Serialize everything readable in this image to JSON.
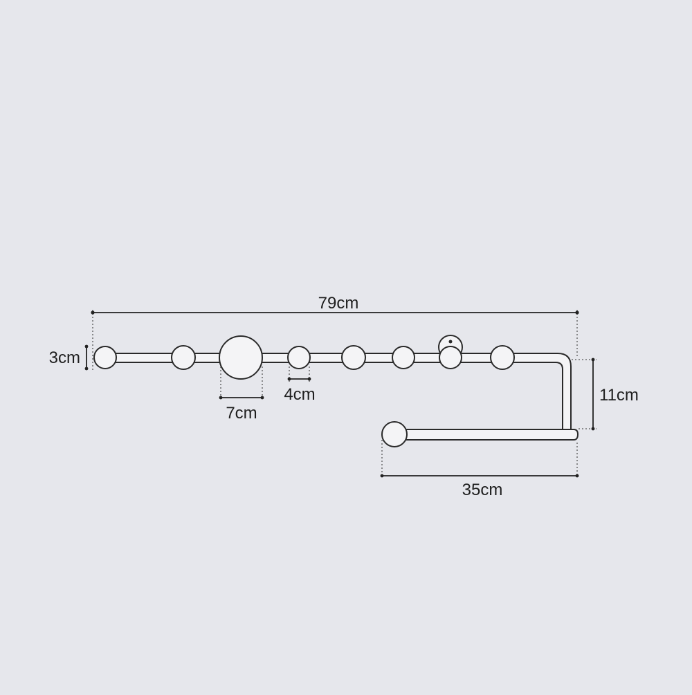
{
  "colors": {
    "background": "#e6e7ec",
    "outline": "#2a2a2a",
    "fill": "#f4f4f6",
    "dimension": "#222222",
    "dotted": "#555555"
  },
  "dimensions": {
    "total_length": "79cm",
    "ball_height": "3cm",
    "large_ball": "7cm",
    "small_ball": "4cm",
    "drop_height": "11cm",
    "lower_bar": "35cm"
  },
  "icons": {
    "rack": "coat-rack-drawing"
  }
}
